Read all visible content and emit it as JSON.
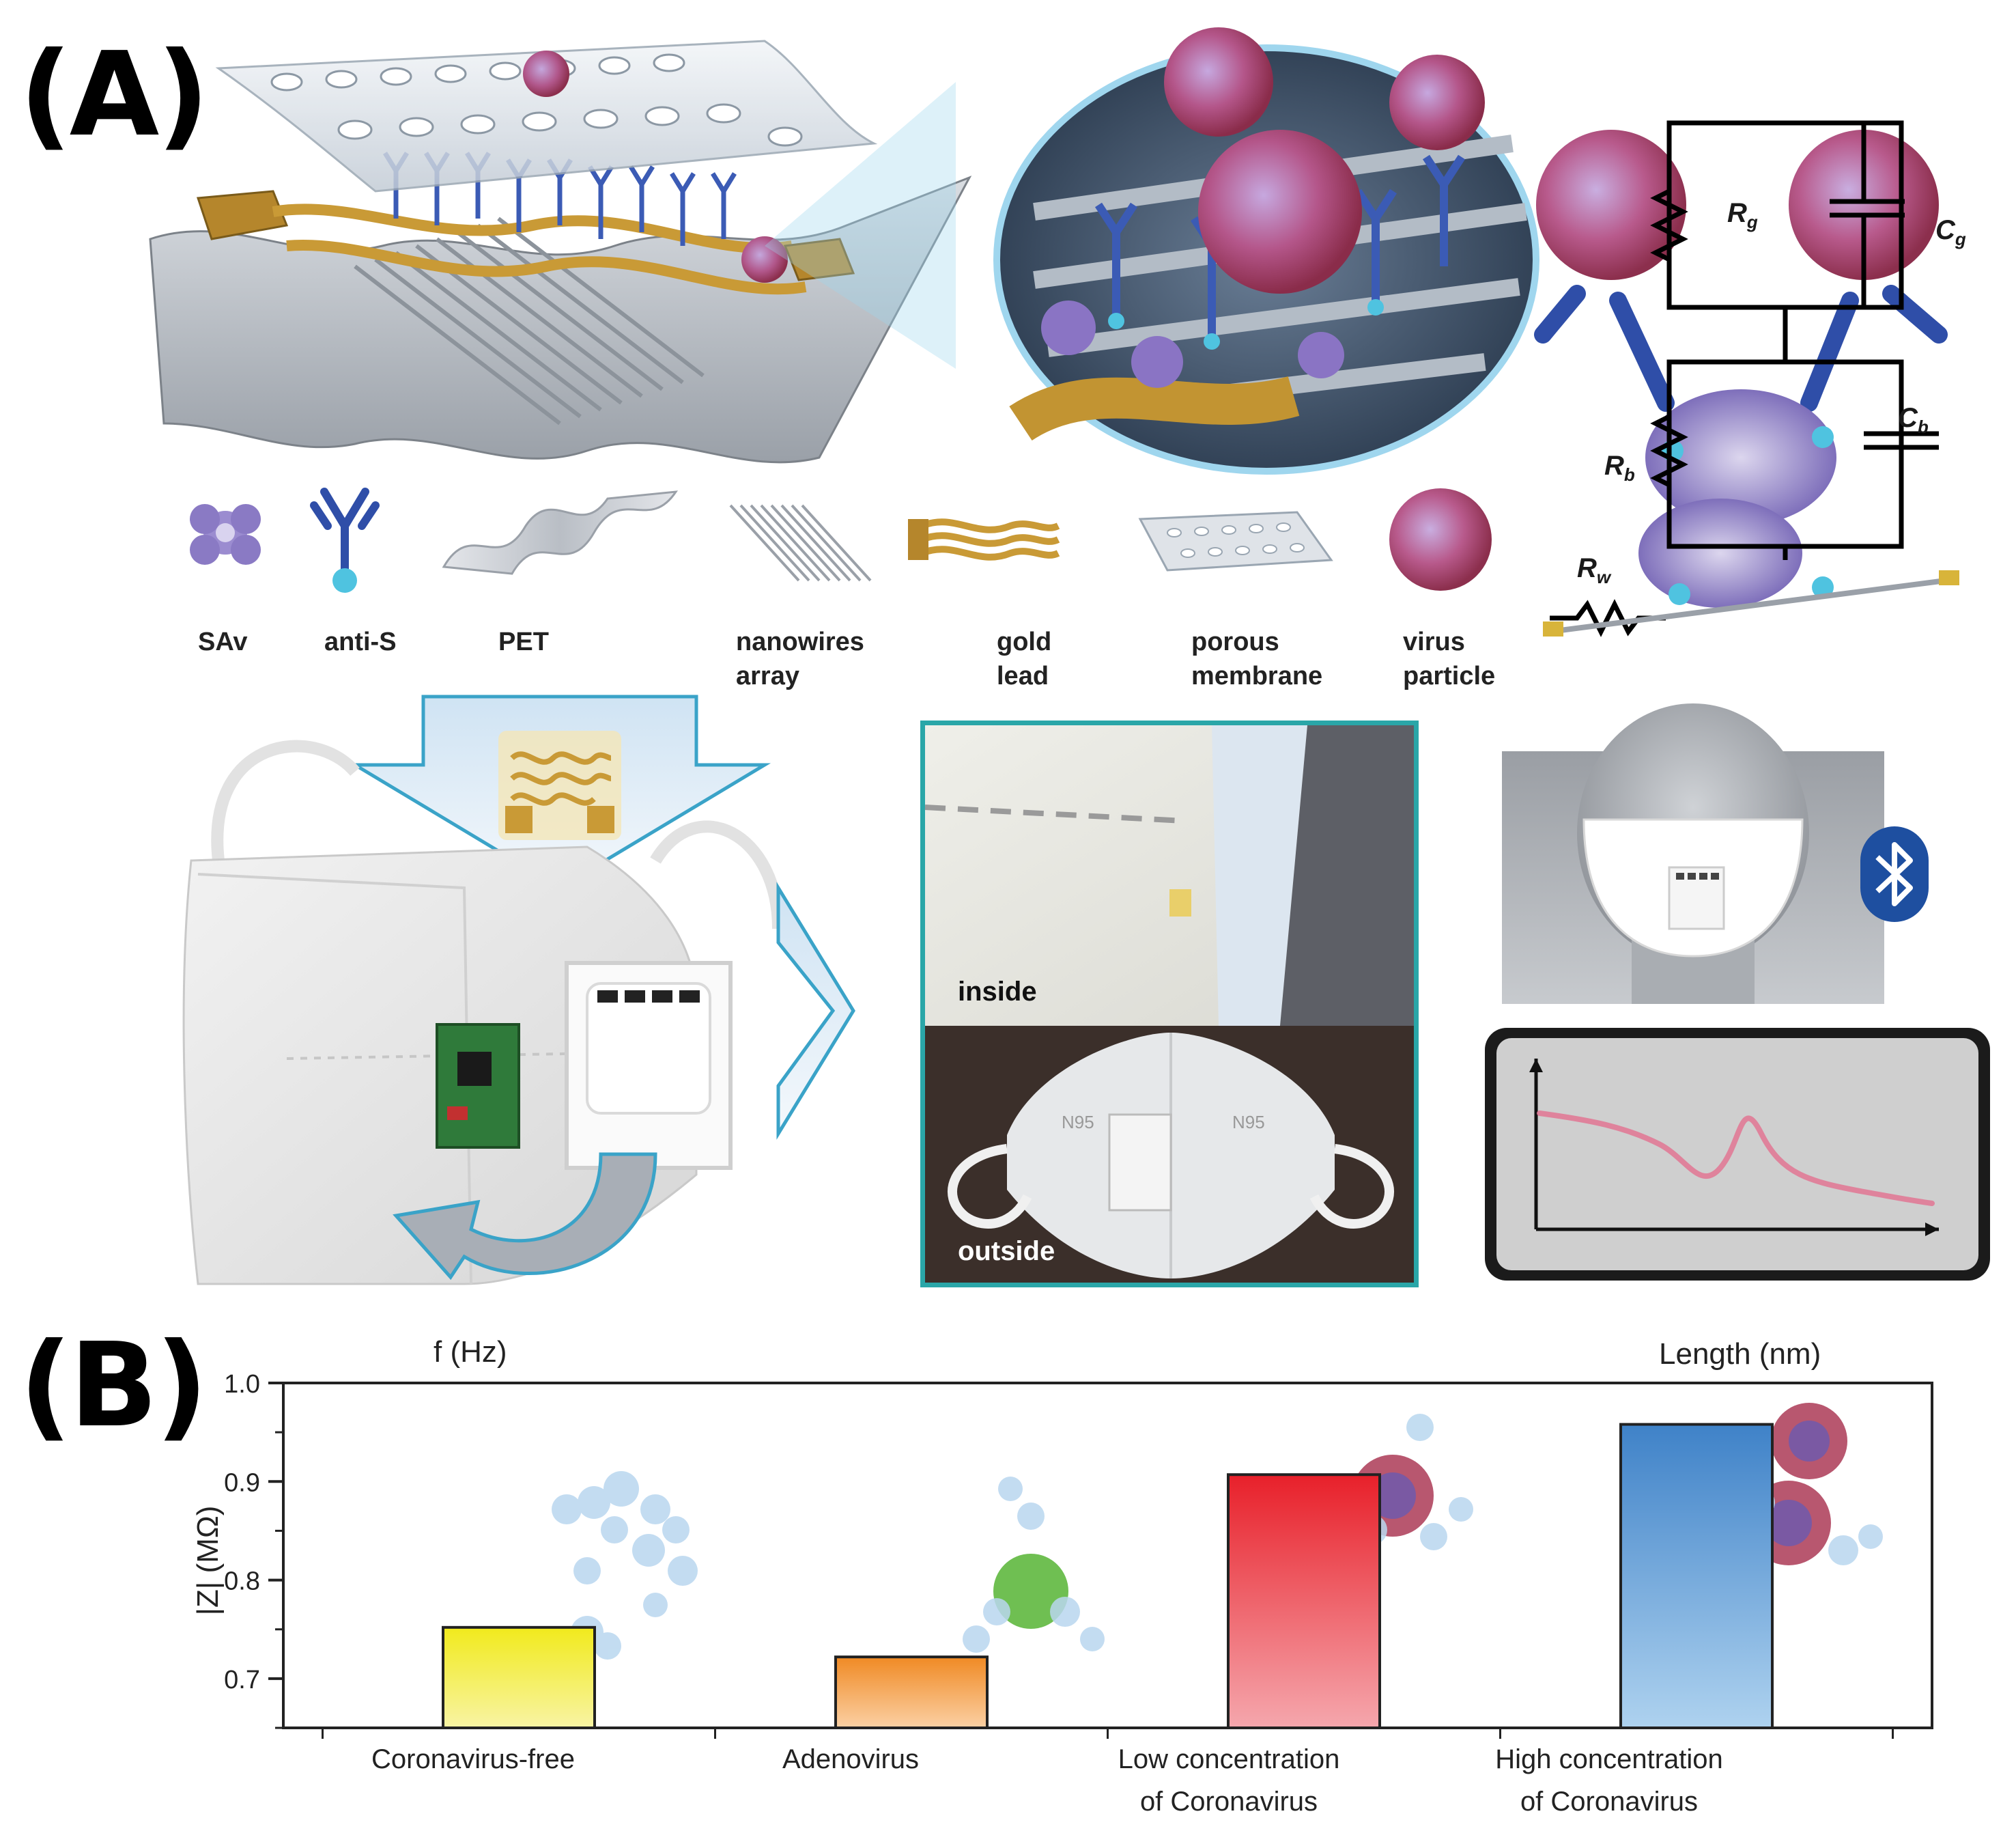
{
  "panels": {
    "a": "(A)",
    "b": "(B)"
  },
  "legend": {
    "items": [
      {
        "id": "sav",
        "label": [
          "SAv"
        ]
      },
      {
        "id": "anti-s",
        "label": [
          "anti-S"
        ]
      },
      {
        "id": "pet",
        "label": [
          "PET"
        ]
      },
      {
        "id": "nanowires",
        "label": [
          "nanowires",
          "array"
        ]
      },
      {
        "id": "gold",
        "label": [
          "gold",
          "lead"
        ]
      },
      {
        "id": "membrane",
        "label": [
          "porous",
          "membrane"
        ]
      },
      {
        "id": "virus",
        "label": [
          "virus",
          "particle"
        ]
      }
    ]
  },
  "circuit": {
    "rg": "R",
    "rg_sub": "g",
    "cg": "C",
    "cg_sub": "g",
    "cb": "C",
    "cb_sub": "b",
    "rb": "R",
    "rb_sub": "b",
    "rw": "R",
    "rw_sub": "w"
  },
  "photos": {
    "inside": "inside",
    "outside": "outside",
    "mask_text": "N95"
  },
  "colors": {
    "teal_border": "#2aa6a8",
    "bluetooth": "#1e4fa0",
    "curve": "#e07a96"
  },
  "chart_data": {
    "type": "bar",
    "categories": [
      [
        "Coronavirus-free"
      ],
      [
        "Adenovirus"
      ],
      [
        "Low concentration",
        "of Coronavirus"
      ],
      [
        "High concentration",
        "of Coronavirus"
      ]
    ],
    "values": [
      0.752,
      0.722,
      0.907,
      0.958
    ],
    "bar_colors": [
      [
        "#f1ea1c",
        "#f8f4a4"
      ],
      [
        "#f08a24",
        "#fbd0a4"
      ],
      [
        "#e8202a",
        "#f5a7ad"
      ],
      [
        "#3f82c8",
        "#aed2ef"
      ]
    ],
    "ylabel": "|Z| (MΩ)",
    "ylim": [
      0.65,
      1.0
    ],
    "yticks": [
      "0.7",
      "0.8",
      "0.9",
      "1.0"
    ],
    "top_left_label": "f (Hz)",
    "top_right_label": "Length (nm)",
    "grid": false
  }
}
